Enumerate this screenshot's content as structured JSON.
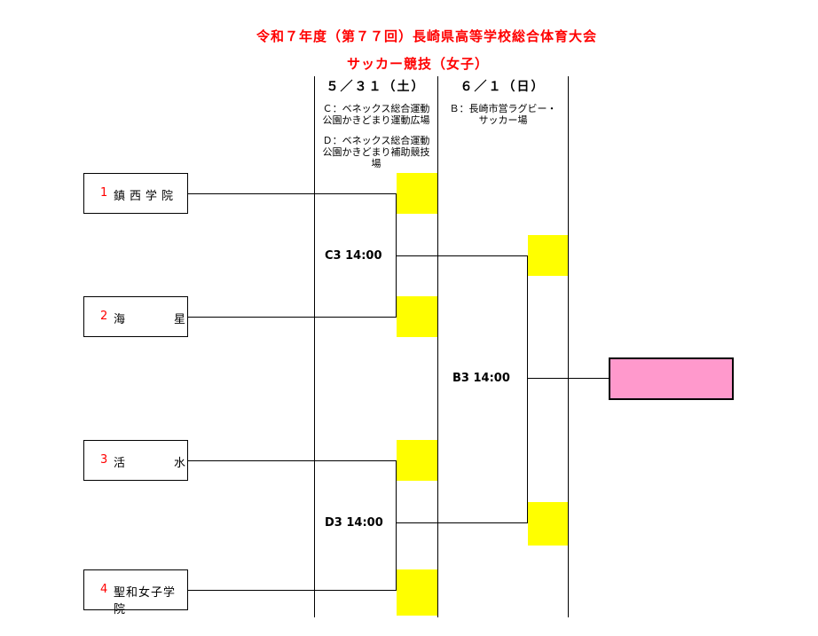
{
  "header": {
    "title": "令和７年度（第７７回）長崎県高等学校総合体育大会",
    "subtitle": "サッカー競技（女子）"
  },
  "days": [
    {
      "date": "５／３１（土）",
      "venues": [
        "Ｃ：ベネックス総合運動\n公園かきどまり運動広場",
        "Ｄ：ベネックス総合運動\n公園かきどまり補助競技\n場"
      ]
    },
    {
      "date": "６／１（日）",
      "venues": [
        "Ｂ：長崎市営ラグビー・\nサッカー場"
      ]
    }
  ],
  "teams": [
    {
      "seed": "1",
      "name": "鎮西学院"
    },
    {
      "seed": "2",
      "name": "海星"
    },
    {
      "seed": "3",
      "name": "活水"
    },
    {
      "seed": "4",
      "name": "聖和女子学院"
    }
  ],
  "matches": {
    "semi1": "C3 14:00",
    "semi2": "D3 14:00",
    "final": "B3 14:00"
  },
  "colors": {
    "title": "#ff0000",
    "score_box": "#ffff00",
    "winner_box": "#ff99cc"
  }
}
